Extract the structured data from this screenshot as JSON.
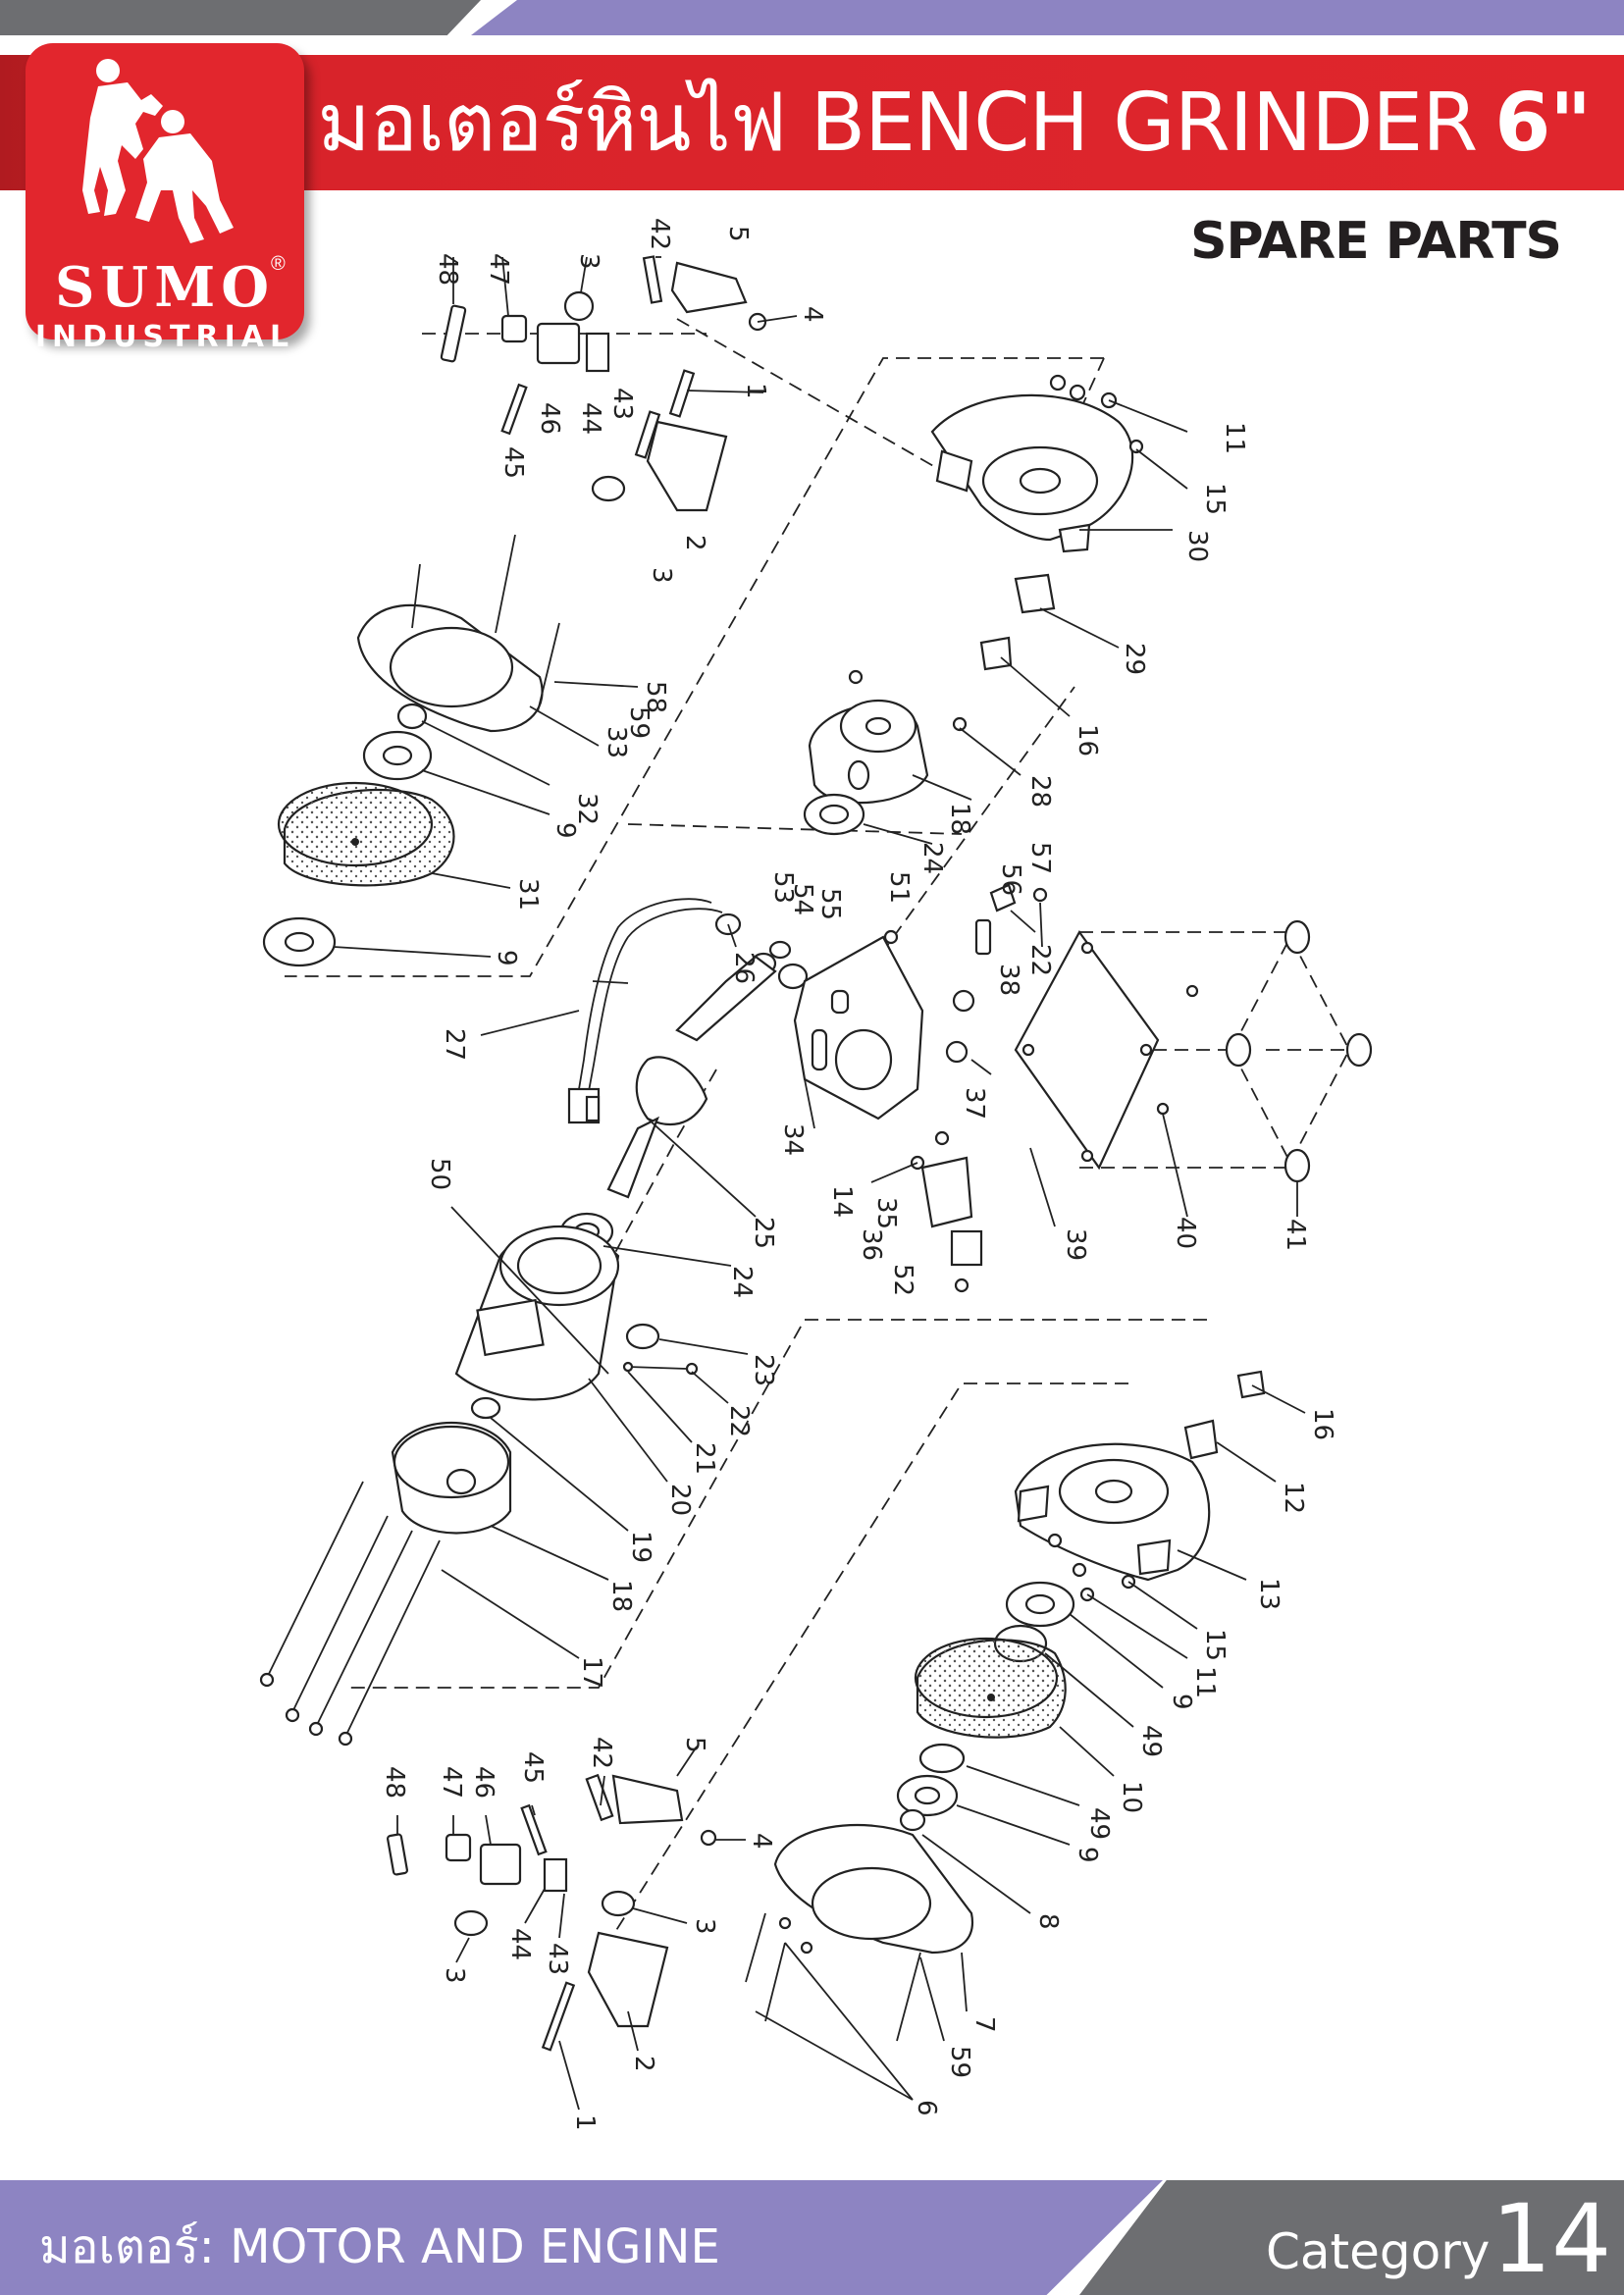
{
  "header": {
    "title_thai": "มอเตอร์หินไฟ BENCH GRINDER",
    "title_size": "6\"",
    "brand": "SUMO",
    "brand_sub": "INDUSTRIAL",
    "registered_mark": "®",
    "section_title": "SPARE PARTS"
  },
  "diagram": {
    "part_labels": [
      "48",
      "47",
      "3",
      "42",
      "5",
      "4",
      "1",
      "45",
      "46",
      "44",
      "43",
      "3",
      "2",
      "11",
      "15",
      "30",
      "29",
      "16",
      "28",
      "18",
      "24",
      "9",
      "32",
      "33",
      "59",
      "58",
      "31",
      "9",
      "27",
      "26",
      "53",
      "54",
      "55",
      "51",
      "56",
      "57",
      "22",
      "38",
      "37",
      "34",
      "14",
      "35",
      "36",
      "52",
      "39",
      "40",
      "41",
      "25",
      "24",
      "50",
      "23",
      "22",
      "21",
      "20",
      "19",
      "18",
      "17",
      "16",
      "12",
      "13",
      "15",
      "11",
      "9",
      "49",
      "10",
      "49",
      "9",
      "8",
      "7",
      "59",
      "6",
      "48",
      "47",
      "46",
      "45",
      "42",
      "5",
      "4",
      "3",
      "3",
      "44",
      "43",
      "2",
      "1"
    ]
  },
  "footer": {
    "category_thai": "มอเตอร์: MOTOR AND ENGINE",
    "category_label": "Category",
    "category_number": "14"
  },
  "colors": {
    "brand_red": "#e2262d",
    "accent_violet": "#8d84c2",
    "band_gray": "#6d6e71"
  }
}
